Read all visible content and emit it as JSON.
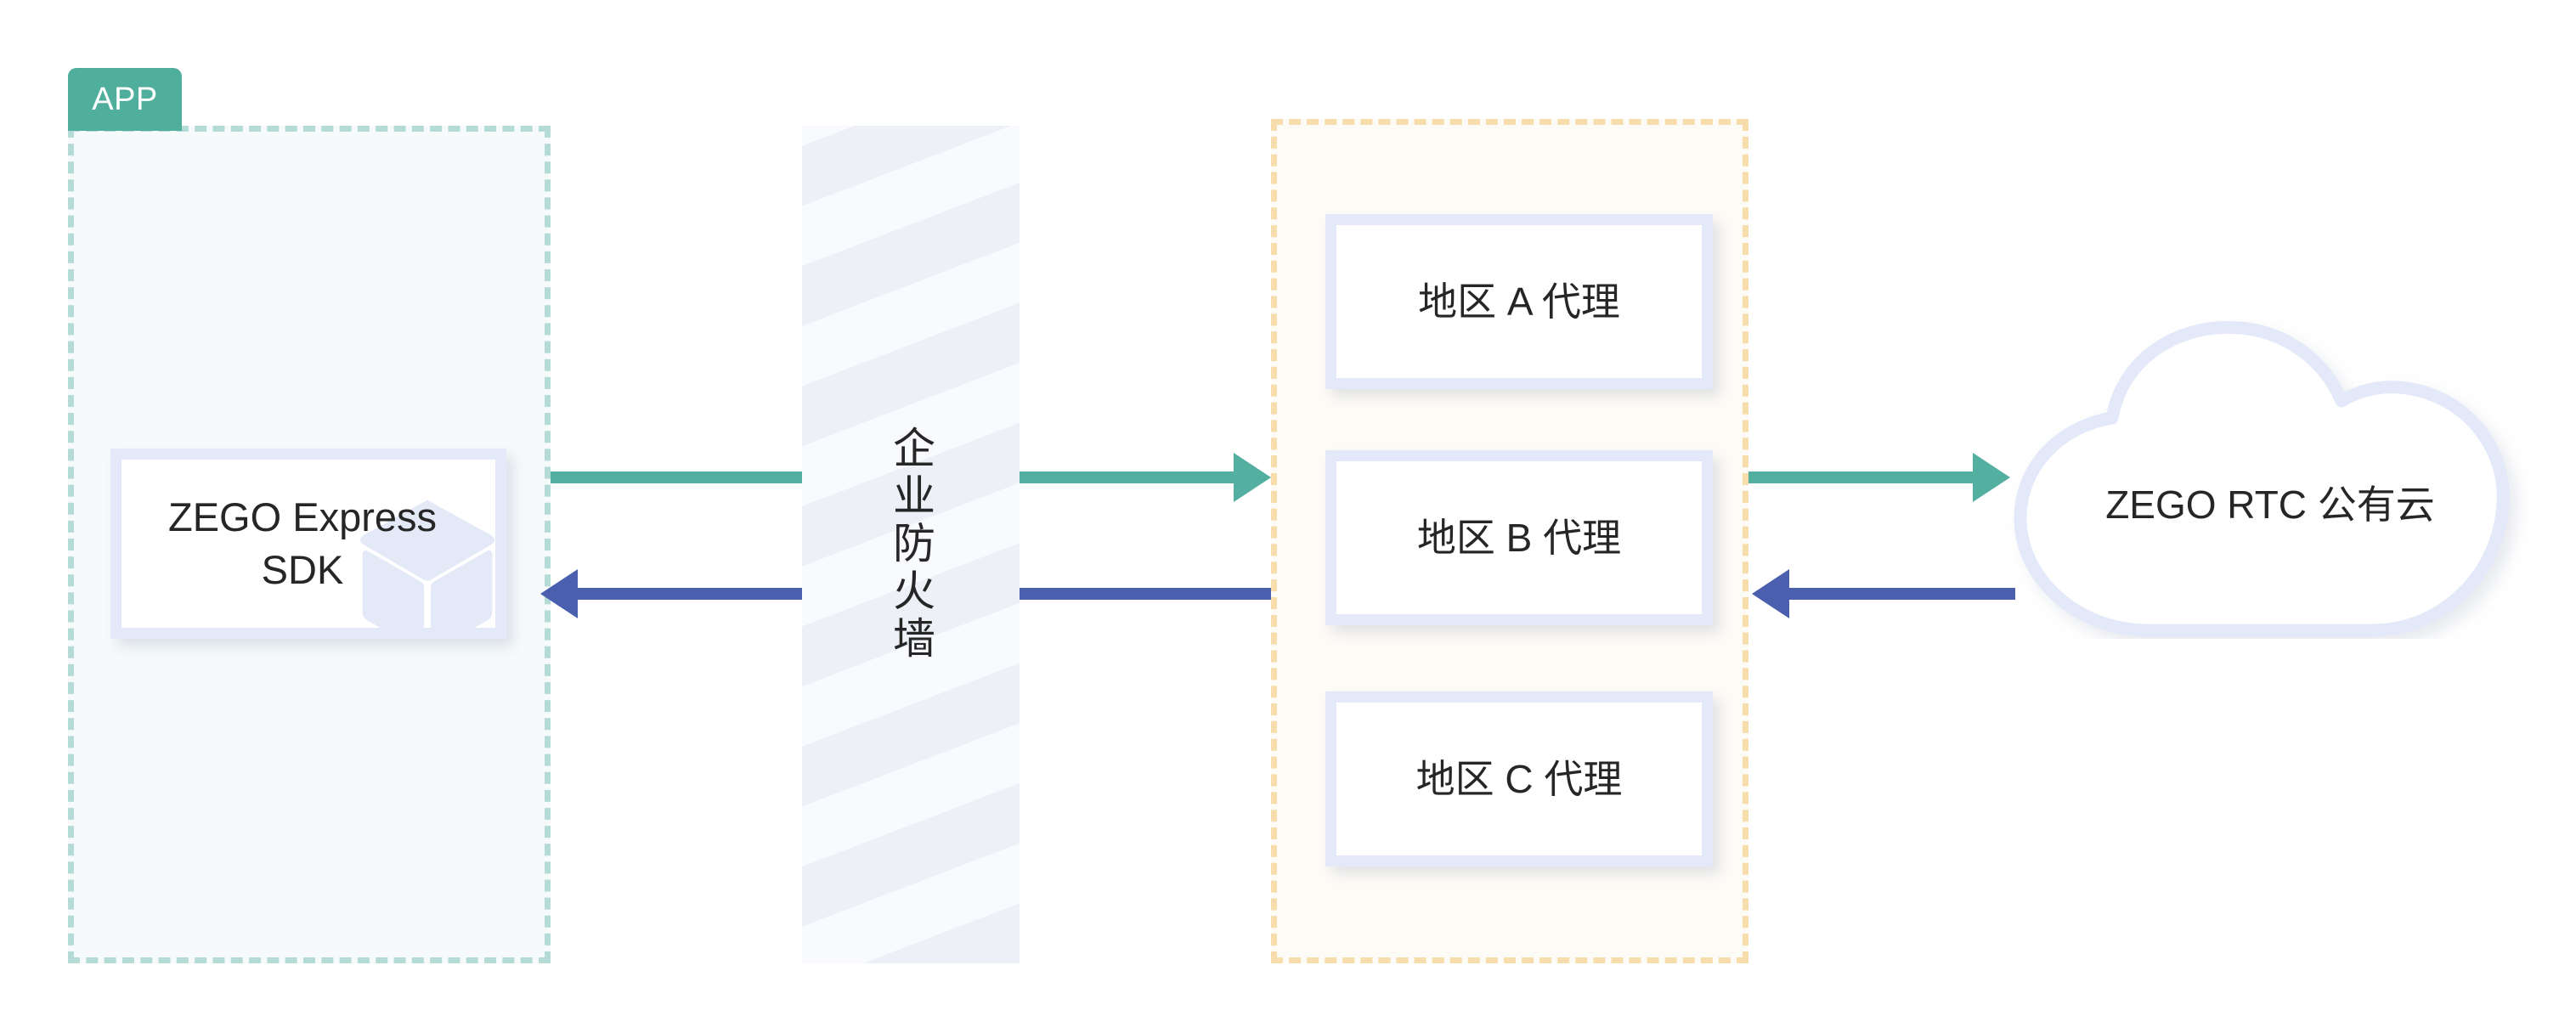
{
  "diagram": {
    "title": "ZEGO Express SDK proxy access topology",
    "colors": {
      "app_badge": "#4fae9c",
      "app_zone_border": "#b4dbd6",
      "app_zone_bg": "#f6fafb",
      "proxy_zone_border": "#f7dcac",
      "proxy_zone_bg": "#fdfbf6",
      "card_border": "#e3e9f8",
      "uplink_arrow": "#53afa0",
      "downlink_arrow": "#4a5fae",
      "cloud_border": "#e3e9f8",
      "firewall_stripe_dark": "#edf0f7",
      "firewall_stripe_light": "#f9fafd"
    }
  },
  "app_zone": {
    "badge_label": "APP",
    "sdk_card": {
      "label": "ZEGO Express\nSDK",
      "icon": "cube-icon"
    }
  },
  "firewall": {
    "label": "企业防火墙"
  },
  "proxy_zone": {
    "cards": [
      {
        "label": "地区 A 代理"
      },
      {
        "label": "地区 B 代理"
      },
      {
        "label": "地区 C 代理"
      }
    ]
  },
  "cloud": {
    "label": "ZEGO RTC 公有云"
  },
  "arrows": [
    {
      "name": "sdk-to-firewall-uplink",
      "direction": "right",
      "color": "#53afa0"
    },
    {
      "name": "firewall-to-proxy-uplink",
      "direction": "right",
      "color": "#53afa0"
    },
    {
      "name": "proxy-to-cloud-uplink",
      "direction": "right",
      "color": "#53afa0"
    },
    {
      "name": "cloud-to-proxy-downlink",
      "direction": "left",
      "color": "#4a5fae"
    },
    {
      "name": "firewall-to-sdk-downlink",
      "direction": "left",
      "color": "#4a5fae"
    },
    {
      "name": "proxy-to-firewall-downlink",
      "direction": "left",
      "color": "#4a5fae"
    }
  ]
}
